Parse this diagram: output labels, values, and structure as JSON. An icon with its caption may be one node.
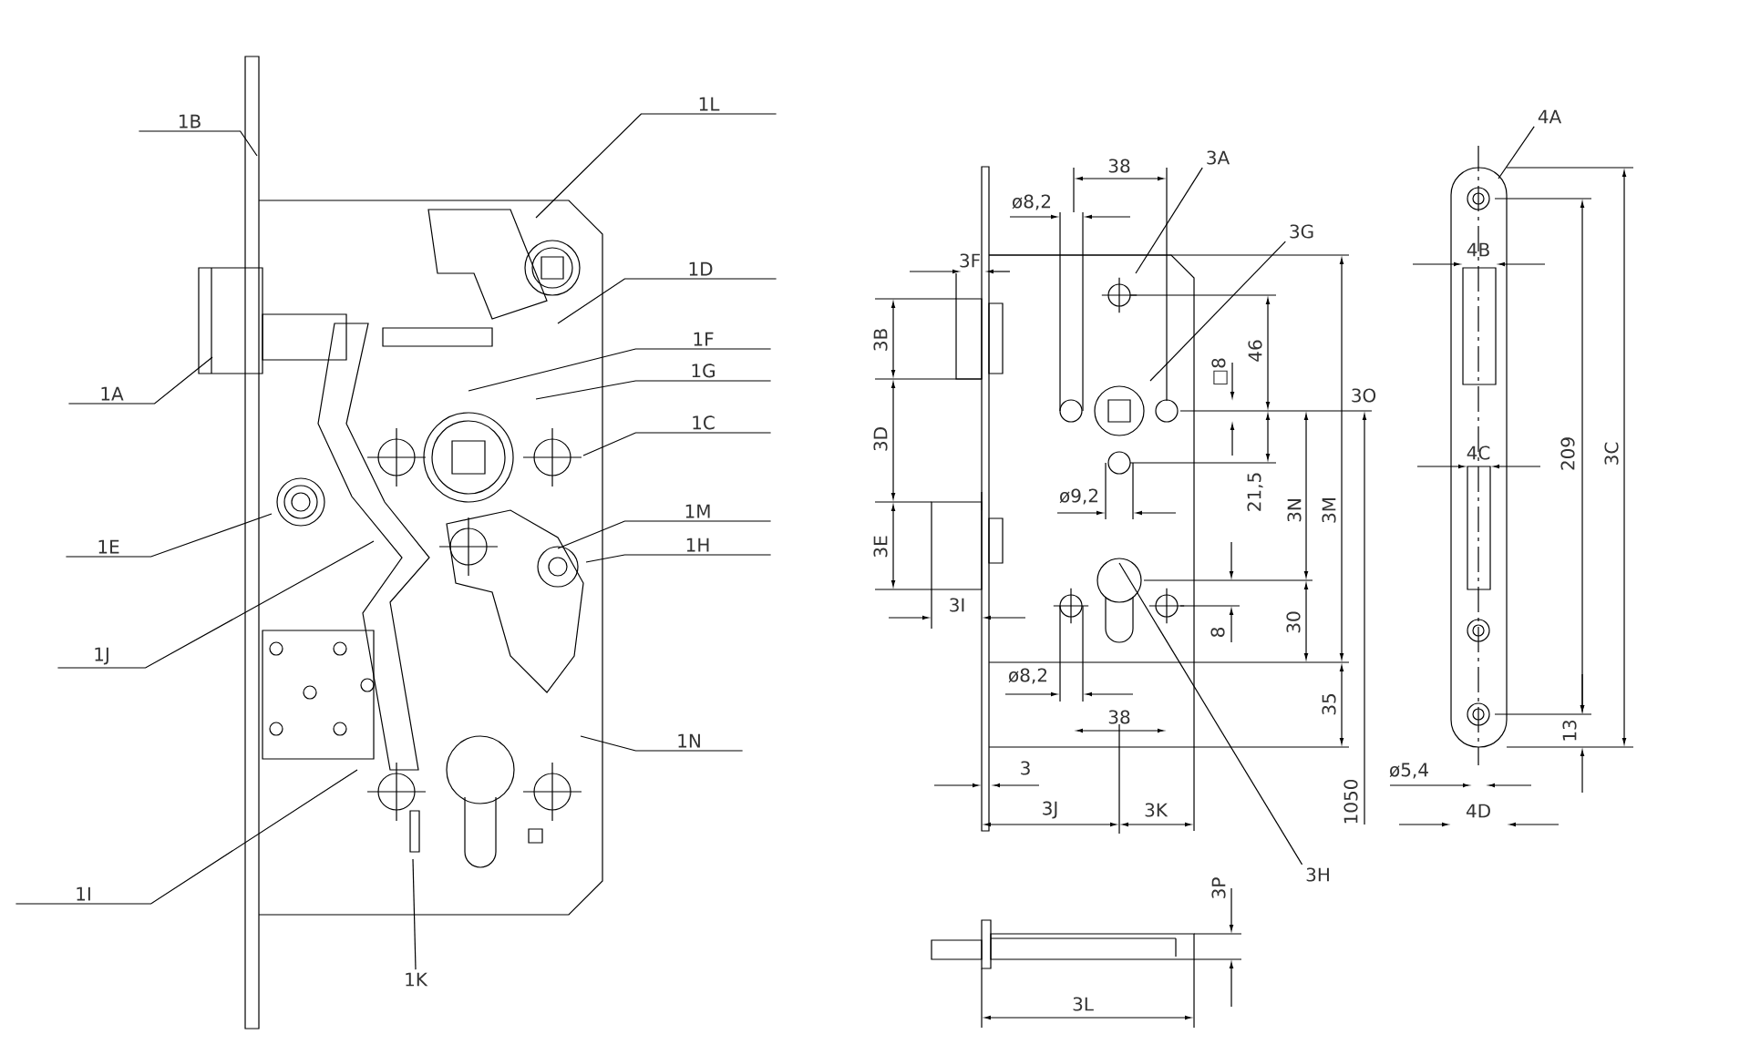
{
  "diagram": {
    "nodes": [
      {
        "text": [
          "1B"
        ]
      },
      {
        "text": [
          "1L"
        ]
      },
      {
        "text": [
          "1D"
        ]
      },
      {
        "text": [
          "1F"
        ]
      },
      {
        "text": [
          "1G"
        ]
      },
      {
        "text": [
          "1A"
        ]
      },
      {
        "text": [
          "1C"
        ]
      },
      {
        "text": [
          "1E"
        ]
      },
      {
        "text": [
          "1M"
        ]
      },
      {
        "text": [
          "1H"
        ]
      },
      {
        "text": [
          "1J"
        ]
      },
      {
        "text": [
          "1N"
        ]
      },
      {
        "text": [
          "1I"
        ]
      },
      {
        "text": [
          "1K"
        ]
      },
      {
        "text": [
          "4A"
        ]
      },
      {
        "text": [
          "3A"
        ]
      },
      {
        "text": [
          "3G"
        ]
      },
      {
        "text": [
          "3H"
        ]
      }
    ],
    "edges": [
      {
        "from": 0,
        "to": null,
        "arrow": "none"
      },
      {
        "from": 1,
        "to": null,
        "arrow": "none"
      },
      {
        "from": 2,
        "to": null,
        "arrow": "none"
      },
      {
        "from": 3,
        "to": null,
        "arrow": "none"
      },
      {
        "from": 4,
        "to": null,
        "arrow": "none"
      },
      {
        "from": 5,
        "to": null,
        "arrow": "none"
      },
      {
        "from": 6,
        "to": null,
        "arrow": "none"
      },
      {
        "from": 7,
        "to": null,
        "arrow": "none"
      },
      {
        "from": 8,
        "to": null,
        "arrow": "none"
      },
      {
        "from": 9,
        "to": null,
        "arrow": "none"
      },
      {
        "from": 10,
        "to": null,
        "arrow": "none"
      },
      {
        "from": 11,
        "to": null,
        "arrow": "none"
      },
      {
        "from": 12,
        "to": null,
        "arrow": "none"
      },
      {
        "from": 13,
        "to": null,
        "arrow": "none"
      },
      {
        "from": 14,
        "to": null,
        "arrow": "none"
      },
      {
        "from": 15,
        "to": null,
        "arrow": "none"
      },
      {
        "from": 16,
        "to": null,
        "arrow": "none"
      },
      {
        "from": 17,
        "to": null,
        "arrow": "none"
      }
    ],
    "labels": [
      "38",
      "ø8,2",
      "4B",
      "3F",
      "3B",
      "46",
      "□8",
      "3O",
      "3D",
      "209",
      "3C",
      "4C",
      "21,5",
      "ø9,2",
      "3N",
      "3M",
      "3E",
      "3I",
      "30",
      "8",
      "ø8,2",
      "35",
      "38",
      "13",
      "3",
      "ø5,4",
      "1050",
      "3J",
      "3K",
      "4D",
      "3P",
      "3L"
    ]
  }
}
